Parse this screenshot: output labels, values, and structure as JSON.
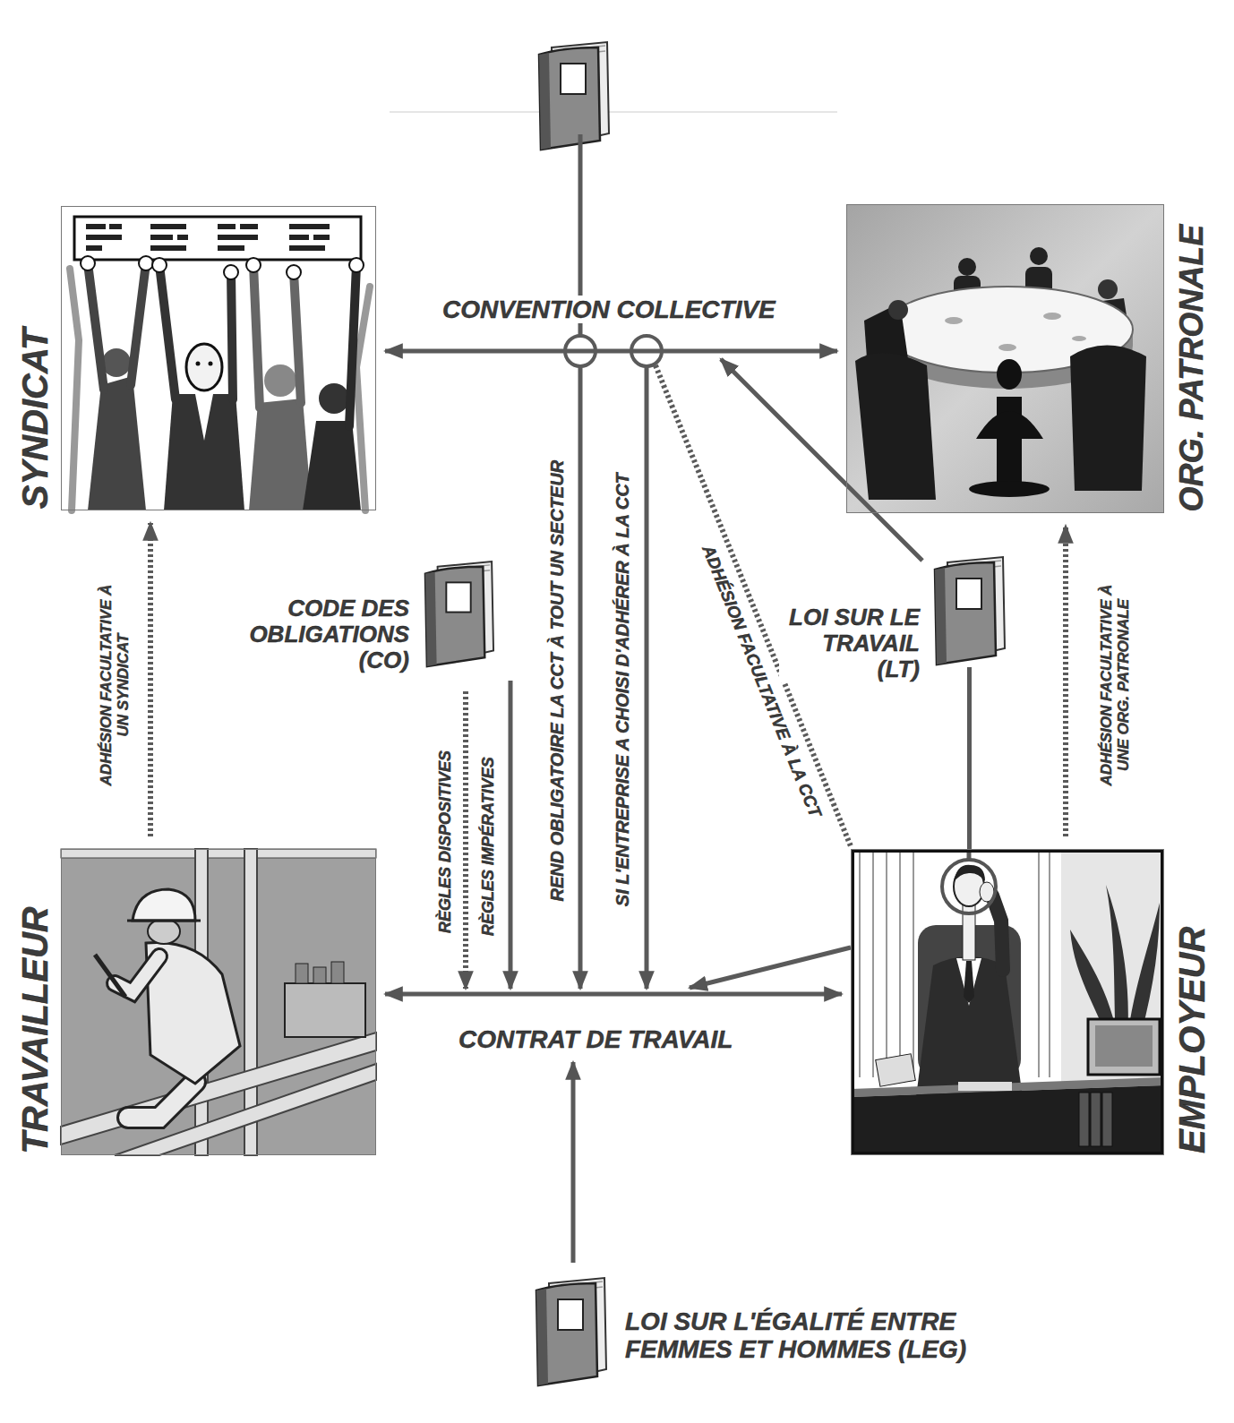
{
  "diagram": {
    "nodes": [
      {
        "text": [
          "SYNDICAT"
        ]
      },
      {
        "text": [
          "ORG. PATRONALE"
        ]
      },
      {
        "text": [
          "CODE DES OBLIGATIONS (CO)"
        ]
      },
      {
        "text": [
          "LOI SUR LE TRAVAIL (LT)"
        ]
      },
      {
        "text": [
          "TRAVAILLEUR"
        ]
      },
      {
        "text": [
          "EMPLOYEUR"
        ]
      },
      {
        "text": [
          "LOI SUR L'ÉGALITÉ ENTRE FEMMES ET HOMMES (LEG)"
        ]
      }
    ],
    "edges": [
      {
        "from": 0,
        "to": 1,
        "arrow": "both",
        "label": "CONVENTION COLLECTIVE"
      },
      {
        "from": 4,
        "to": 0,
        "arrow": "to",
        "label": "ADHÉSION FACULTATIVE À UN SYNDICAT"
      },
      {
        "from": 5,
        "to": 1,
        "arrow": "to",
        "label": "ADHÉSION FACULTATIVE À UNE ORG. PATRONALE"
      },
      {
        "from": 4,
        "to": 5,
        "arrow": "both",
        "label": "CONTRAT DE TRAVAIL"
      },
      {
        "from": 3,
        "to": 5,
        "arrow": "none"
      }
    ],
    "labels": [
      "RÈGLES DISPOSITIVES",
      "RÈGLES IMPÉRATIVES",
      "REND OBLIGATOIRE LA CCT À TOUT UN SECTEUR",
      "SI L'ENTREPRISE A CHOISI D'ADHÉRER À LA CCT",
      "ADHÉSION FACULTATIVE À LA CCT"
    ]
  }
}
